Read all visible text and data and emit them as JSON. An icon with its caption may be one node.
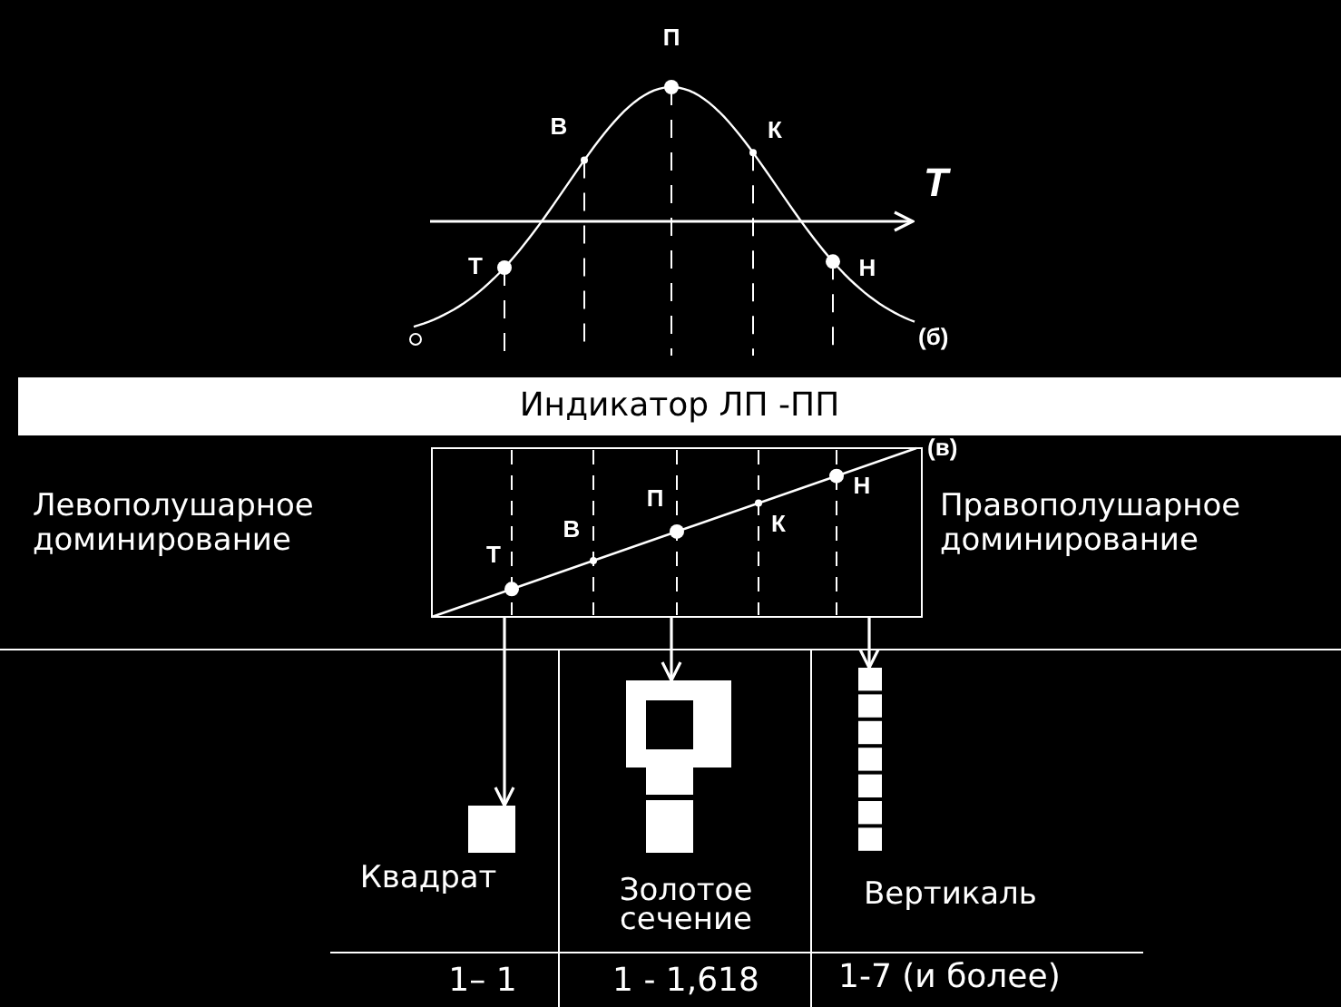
{
  "diagram": {
    "nodes": [
      {
        "text": [
          "Индикатор ЛП -ПП"
        ]
      },
      {
        "text": [],
        "shape": "box"
      },
      {
        "text": [
          "Левополушарное доминирование"
        ]
      },
      {
        "text": [
          "Правополушарное доминирование"
        ]
      },
      {
        "text": [],
        "shape": "box"
      },
      {
        "text": [],
        "shape": "box"
      },
      {
        "text": [],
        "shape": "bar"
      }
    ],
    "edges": [
      {
        "from": 1,
        "to": 4,
        "arrow": "to"
      },
      {
        "from": 1,
        "to": 5,
        "arrow": "to"
      },
      {
        "from": 1,
        "to": 6,
        "arrow": "to"
      }
    ],
    "labels": [
      "П",
      "В",
      "К",
      "Т",
      "Т",
      "Н",
      "(б)",
      "(в)",
      "П",
      "Н",
      "В",
      "К",
      "Т",
      "Квадрат",
      "Золотое сечение",
      "Вертикаль",
      "1– 1",
      "1 - 1,618",
      "1-7 (и более)"
    ]
  }
}
